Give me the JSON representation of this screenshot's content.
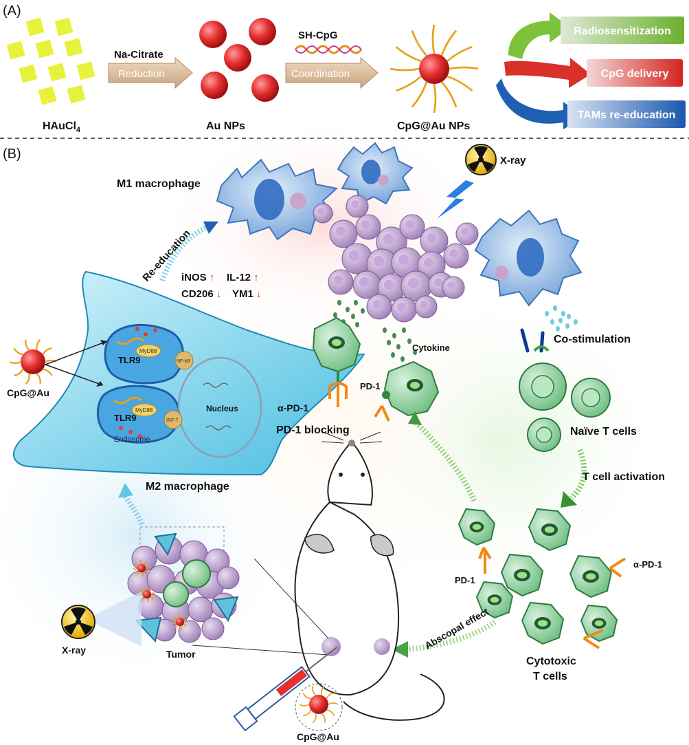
{
  "panel_a": {
    "panel_label": "(A)",
    "step1": {
      "top": "Na-Citrate",
      "arrow": "Reduction"
    },
    "step2": {
      "top": "SH-CpG",
      "arrow": "Coordination"
    },
    "materials": [
      {
        "label": "HAuCl",
        "sub": "4"
      },
      {
        "label": "Au NPs"
      },
      {
        "label": "CpG@Au NPs"
      }
    ],
    "effects": [
      "Radiosensitization",
      "CpG delivery",
      "TAMs re-education"
    ],
    "colors": {
      "green": "#7cc23a",
      "red": "#d9302a",
      "blue": "#1f5fb4",
      "gold": "#e7f23c",
      "np_red": "#e53030"
    }
  },
  "panel_b": {
    "panel_label": "(B)",
    "m1": "M1 macrophage",
    "m2": "M2 macrophage",
    "xray_top": "X-ray",
    "xray_left": "X-ray",
    "re_education": "Re-education",
    "markers_up": [
      "iNOS",
      "IL-12"
    ],
    "markers_down": [
      "CD206",
      "YM1"
    ],
    "up_arrow": "↑",
    "down_arrow": "↓",
    "cytokine": "Cytokine",
    "co_stimulation": "Co-stimulation",
    "alpha_pd1_left": "α-PD-1",
    "alpha_pd1_right": "α-PD-1",
    "pd1_a": "PD-1",
    "pd1_b": "PD-1",
    "pd1_blocking": "PD-1 blocking",
    "naive": "Naïve T cells",
    "activation": "T cell activation",
    "cytotoxic": [
      "Cytotoxic",
      "T cells"
    ],
    "abscopal": "Abscopal effect",
    "tumor": "Tumor",
    "cpg_left": "CpG@Au",
    "cpg_bottom": "CpG@Au",
    "cell_labels": {
      "tlr": "TLR9",
      "myd": "MyD88",
      "nfkb": "NF-kB",
      "irf": "IRF-7",
      "nucleus": "Nucleus",
      "endosome": "Endosome"
    }
  }
}
